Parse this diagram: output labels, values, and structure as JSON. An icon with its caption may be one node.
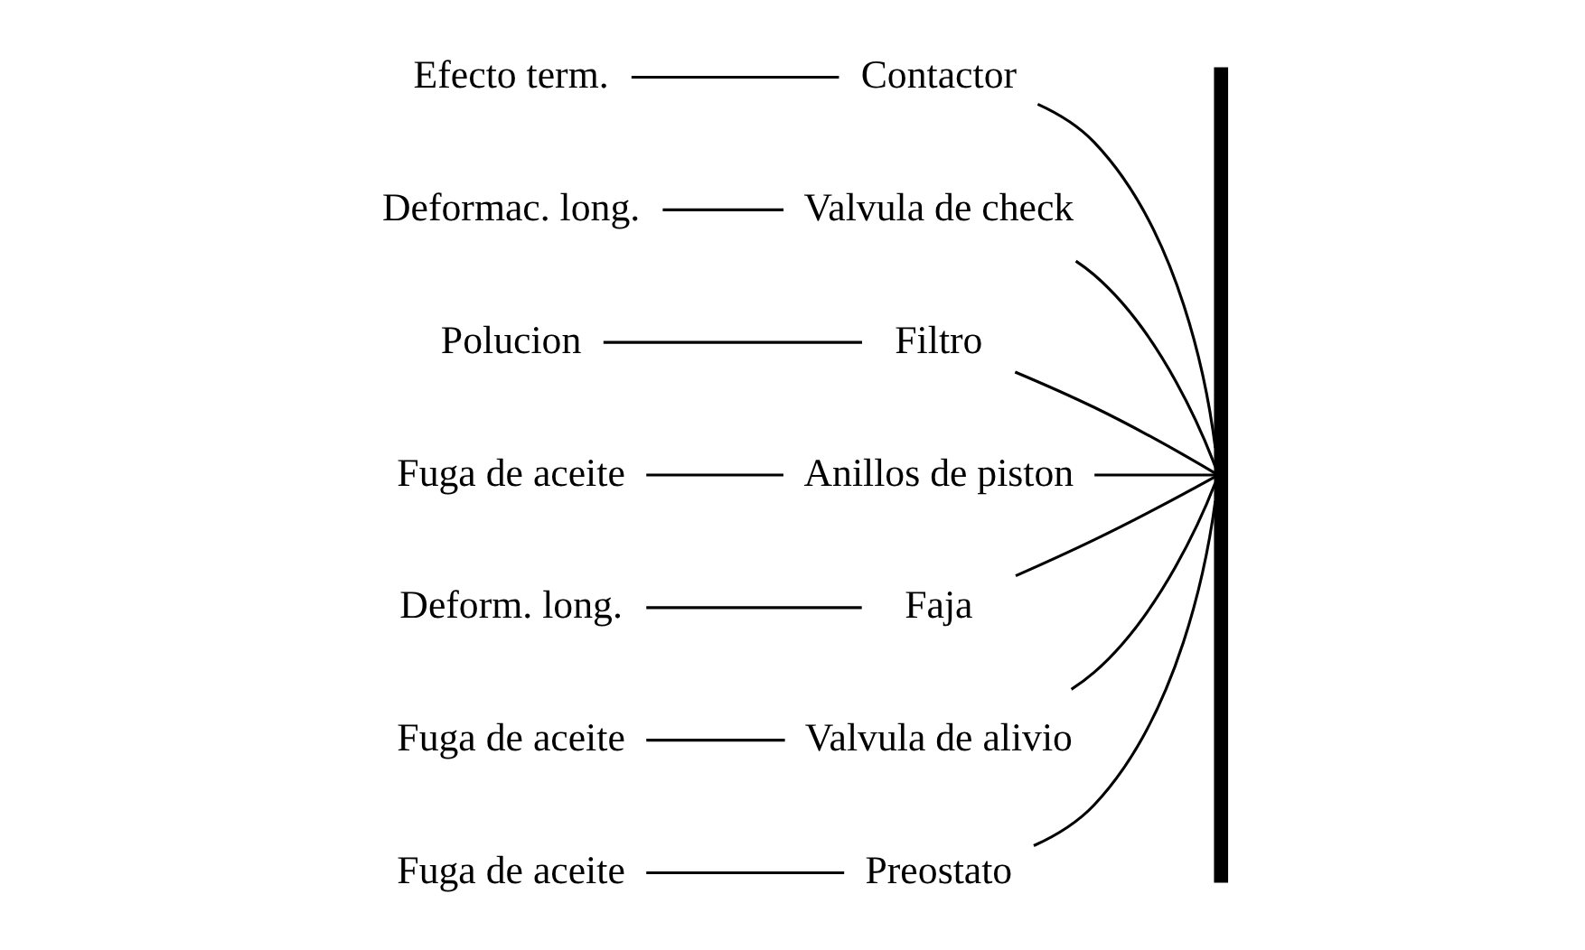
{
  "diagram": {
    "nodes": [
      {
        "text": [],
        "shape": "bar"
      },
      {
        "text": [
          "Efecto term."
        ]
      },
      {
        "text": [
          "Contactor"
        ]
      },
      {
        "text": [
          "Deformac. long."
        ]
      },
      {
        "text": [
          "Valvula de check"
        ]
      },
      {
        "text": [
          "Polucion"
        ]
      },
      {
        "text": [
          "Filtro"
        ]
      },
      {
        "text": [
          "Fuga de aceite"
        ]
      },
      {
        "text": [
          "Anillos de piston"
        ]
      },
      {
        "text": [
          "Deform. long."
        ]
      },
      {
        "text": [
          "Faja"
        ]
      },
      {
        "text": [
          "Fuga de aceite"
        ]
      },
      {
        "text": [
          "Fuga de aceite"
        ]
      },
      {
        "text": [
          "Valvula de alivio"
        ]
      },
      {
        "text": [
          "Preostato"
        ]
      }
    ],
    "edges": [
      {
        "from": 1,
        "to": 2,
        "arrow": "none"
      },
      {
        "from": 2,
        "to": 0,
        "arrow": "none"
      },
      {
        "from": 3,
        "to": 4,
        "arrow": "none"
      },
      {
        "from": 4,
        "to": 0,
        "arrow": "none"
      },
      {
        "from": 5,
        "to": 6,
        "arrow": "none"
      },
      {
        "from": 6,
        "to": 0,
        "arrow": "none"
      },
      {
        "from": 7,
        "to": 8,
        "arrow": "none"
      },
      {
        "from": 8,
        "to": 0,
        "arrow": "none"
      },
      {
        "from": 9,
        "to": 10,
        "arrow": "none"
      },
      {
        "from": 10,
        "to": 0,
        "arrow": "none"
      },
      {
        "from": 11,
        "to": 13,
        "arrow": "none"
      },
      {
        "from": 13,
        "to": 0,
        "arrow": "none"
      },
      {
        "from": 12,
        "to": 14,
        "arrow": "none"
      },
      {
        "from": 14,
        "to": 0,
        "arrow": "none"
      }
    ]
  }
}
